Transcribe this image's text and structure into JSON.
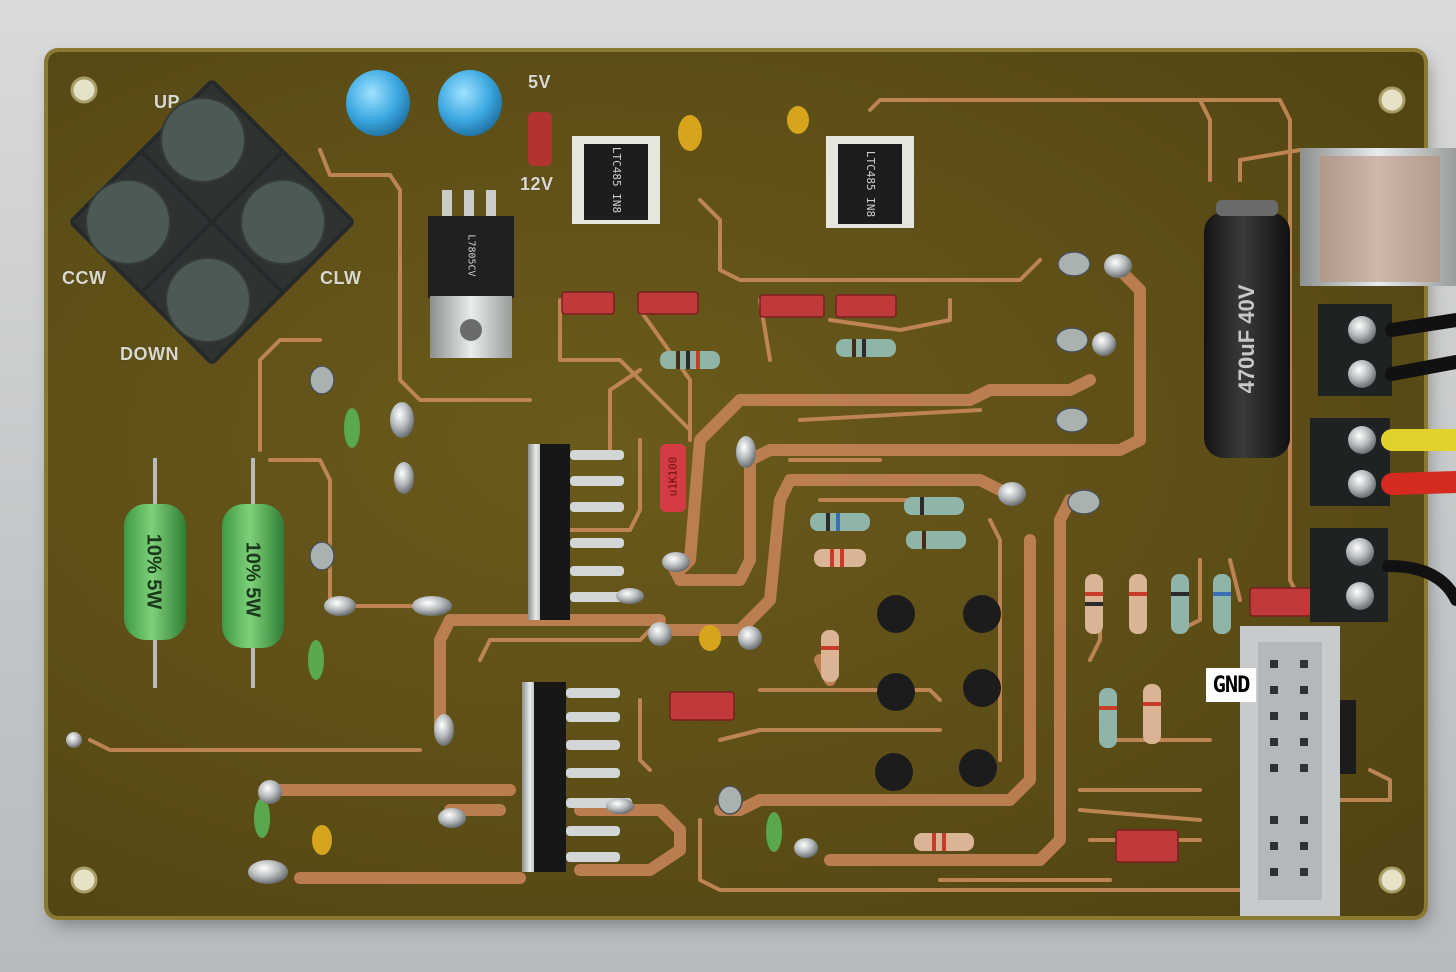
{
  "silkscreen": {
    "up": "UP",
    "down": "DOWN",
    "ccw": "CCW",
    "clw": "CLW",
    "v5": "5V",
    "v12": "12V"
  },
  "annotation": {
    "gnd": "GND"
  },
  "power_resistors": {
    "left_label": "10% 5W",
    "right_label": "10% 5W"
  },
  "chips": {
    "left_ic": "LTC485 IN8",
    "right_ic": "LTC485 IN8",
    "regulator": "L7805CV"
  },
  "electrolytic_cap": {
    "label": "470uF 40V"
  },
  "small_resistor": {
    "label": "u1K100"
  },
  "colors": {
    "board": "#5d4e17",
    "trace": "#c88a5a",
    "keypad": "#2b2f2d",
    "button": "#4f5b55"
  }
}
